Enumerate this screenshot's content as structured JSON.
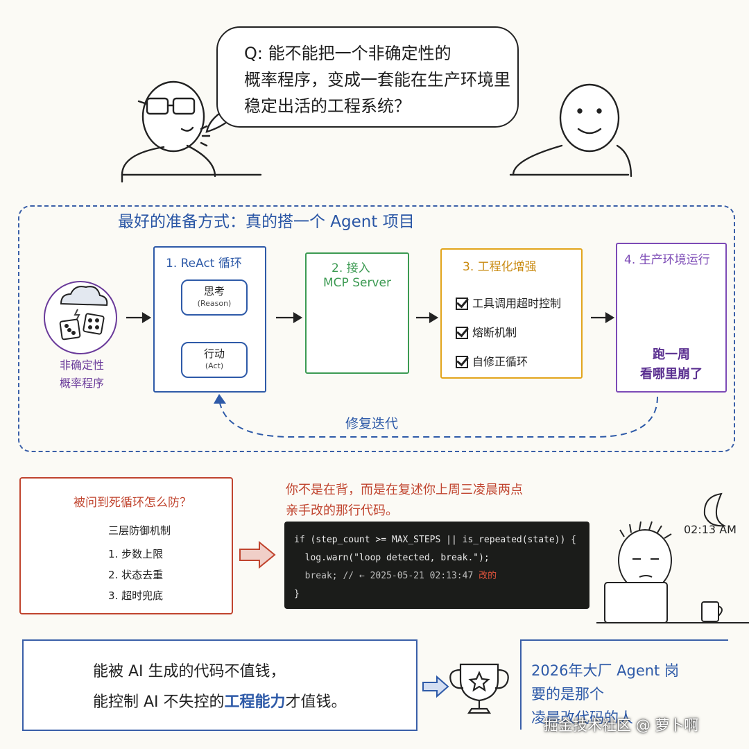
{
  "dialogue": {
    "question_lines": [
      "Q: 能不能把一个非确定性的",
      "概率程序，变成一套能在生产环境里",
      "稳定出活的工程系统？"
    ]
  },
  "plan": {
    "title": "最好的准备方式：真的搭一个 Agent 项目",
    "source_label_lines": [
      "非确定性",
      "概率程序"
    ],
    "stages": {
      "react": {
        "title": "1. ReAct 循环",
        "think": "思考",
        "think_sub": "(Reason)",
        "act": "行动",
        "act_sub": "(Act)"
      },
      "mcp": {
        "title_line1": "2. 接入",
        "title_line2": "MCP Server"
      },
      "engineering": {
        "title": "3. 工程化增强",
        "items": [
          "工具调用超时控制",
          "熔断机制",
          "自修正循环"
        ]
      },
      "production": {
        "title": "4. 生产环境运行",
        "caption_lines": [
          "跑一周",
          "看哪里崩了"
        ]
      }
    },
    "loop_back_label": "修复迭代"
  },
  "defense": {
    "question": "被问到死循环怎么防？",
    "heading": "三层防御机制",
    "items": [
      "1. 步数上限",
      "2. 状态去重",
      "3. 超时兜底"
    ]
  },
  "recall": {
    "lines": [
      "你不是在背，而是在复述你上周三凌晨两点",
      "亲手改的那行代码。"
    ],
    "time": "02:13 AM",
    "code_lines": [
      "if (step_count >= MAX_STEPS || is_repeated(state)) {",
      "  log.warn(\"loop detected, break.\");",
      "  break; // ← 2025-05-21 02:13:47 ",
      "}"
    ],
    "code_note": "改的"
  },
  "conclusion": {
    "line1": "能被 AI 生成的代码不值钱，",
    "line2_prefix": "能控制 AI 不失控的",
    "line2_highlight": "工程能力",
    "line2_suffix": "才值钱。",
    "goal_lines": [
      "2026年大厂 Agent 岗",
      "要的是那个"
    ],
    "goal_partial": "凌晨改代码的人"
  },
  "watermark": "掘金技术社区 @ 萝卜啊",
  "colors": {
    "blue": "#2e5aa8",
    "green": "#3c9a52",
    "amber": "#e2a51c",
    "purple": "#7c4ab6",
    "red": "#c0442e",
    "source_purple": "#6a3a9a"
  }
}
